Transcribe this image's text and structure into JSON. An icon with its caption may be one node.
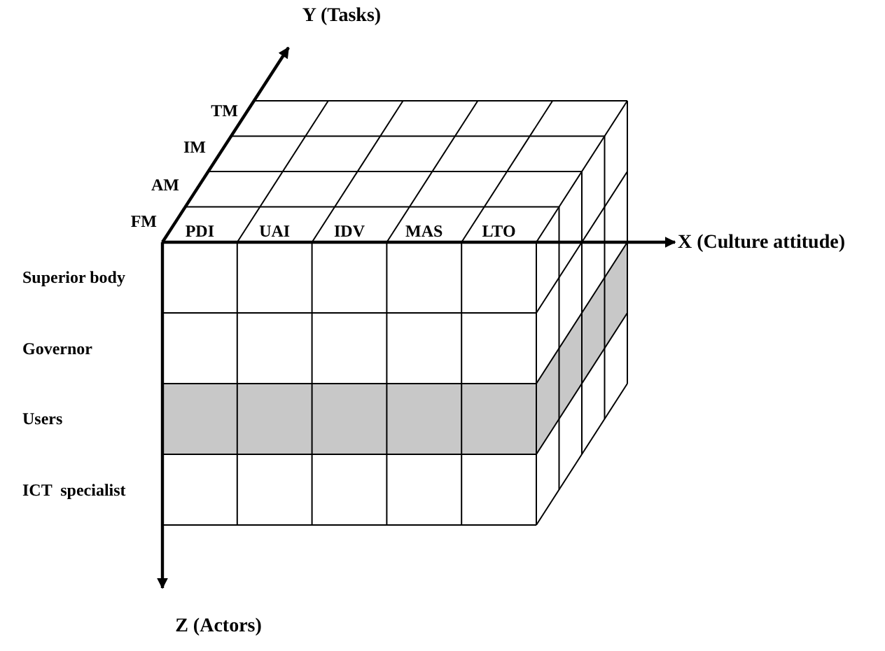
{
  "diagram": {
    "labels": [
      "Y (Tasks)",
      "TM",
      "IM",
      "AM",
      "FM",
      "PDI",
      "UAI",
      "IDV",
      "MAS",
      "LTO",
      "X (Culture attitude)",
      "Superior body",
      "Governor",
      "Users",
      "ICT  specialist",
      "Z (Actors)"
    ]
  }
}
